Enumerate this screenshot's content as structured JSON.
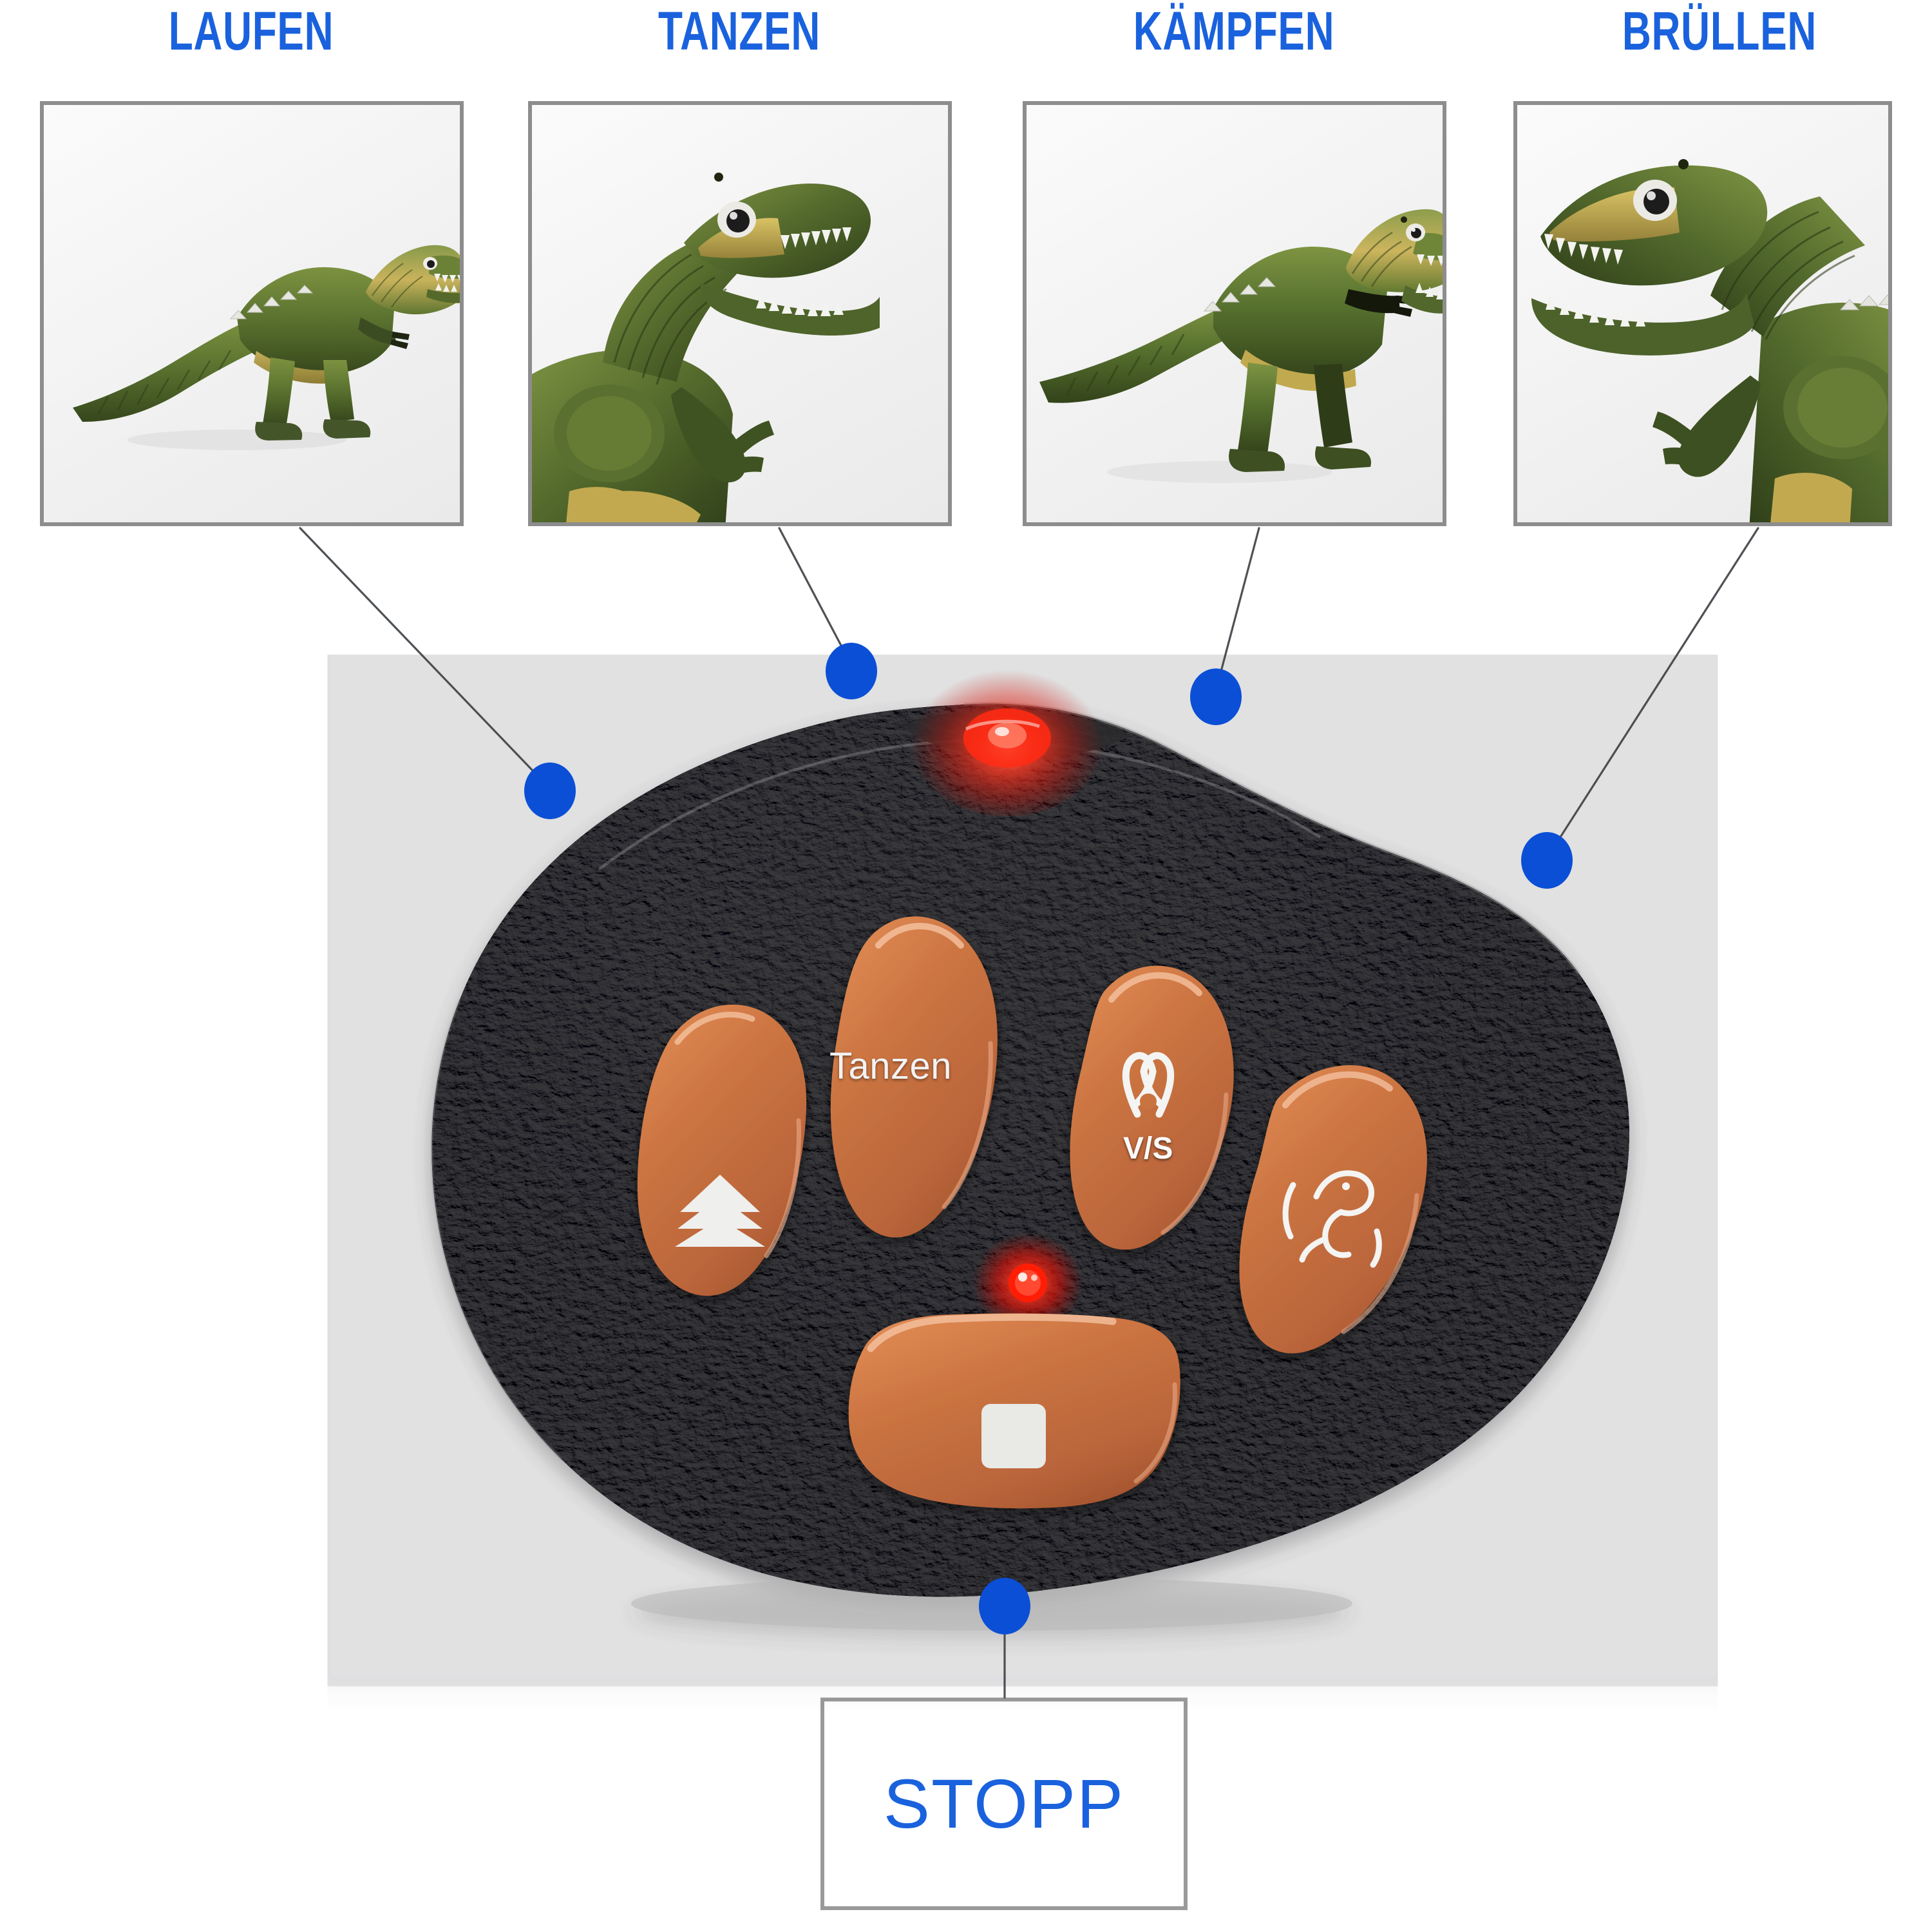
{
  "page": {
    "title": "Dinosaurier Fernbedienung Funktionen",
    "background_color": "#ffffff",
    "accent_blue": "#1a62dd",
    "dot_blue": "#0b4fd6",
    "frame_gray": "#8d8d8d",
    "leader_line_gray": "#55585c",
    "remote_body_dark": "#3a3a3c",
    "button_orange": "#c8713f",
    "led_red": "#f51a0d"
  },
  "thumbnails": [
    {
      "label": "LAUFEN",
      "alt": "T-Rex Spielzeug geht / laeuft, Ganzkoerperansicht nach rechts",
      "pose": "walking-full-body"
    },
    {
      "label": "TANZEN",
      "alt": "T-Rex Spielzeug Nahaufnahme Kopf mit geoeffnetem Maul, nach rechts",
      "pose": "dancing-head-closeup"
    },
    {
      "label": "KÄMPFEN",
      "alt": "T-Rex Spielzeug Ganzkoerper mit geoeffnetem Maul, kaempfend",
      "pose": "fighting-full-body"
    },
    {
      "label": "BRÜLLEN",
      "alt": "T-Rex Spielzeug Nahaufnahme Kopf bruellend, nach links",
      "pose": "roaring-head-closeup"
    }
  ],
  "remote": {
    "name": "Stein-Fernbedienung mit Pfotentasten",
    "indicator_leds": [
      {
        "name": "top-status-led",
        "color": "#f51a0d",
        "state": "on"
      },
      {
        "name": "center-status-led",
        "color": "#f51a0d",
        "state": "on"
      }
    ],
    "buttons": [
      {
        "id": "walk",
        "label": "",
        "icon": "forward-chevron-icon",
        "linked_label": "LAUFEN",
        "color": "#c8713f"
      },
      {
        "id": "dance",
        "label": "Tanzen",
        "icon": "",
        "linked_label": "TANZEN",
        "color": "#c8713f"
      },
      {
        "id": "fight",
        "label": "V/S",
        "icon": "versus-music-icon",
        "linked_label": "KÄMPFEN",
        "color": "#c8713f"
      },
      {
        "id": "roar",
        "label": "",
        "icon": "dino-roar-icon",
        "linked_label": "BRÜLLEN",
        "color": "#c8713f"
      },
      {
        "id": "stop",
        "label": "",
        "icon": "stop-square-icon",
        "linked_label": "STOPP",
        "color": "#c8713f"
      }
    ]
  },
  "bottom_caption": {
    "label": "STOPP"
  }
}
